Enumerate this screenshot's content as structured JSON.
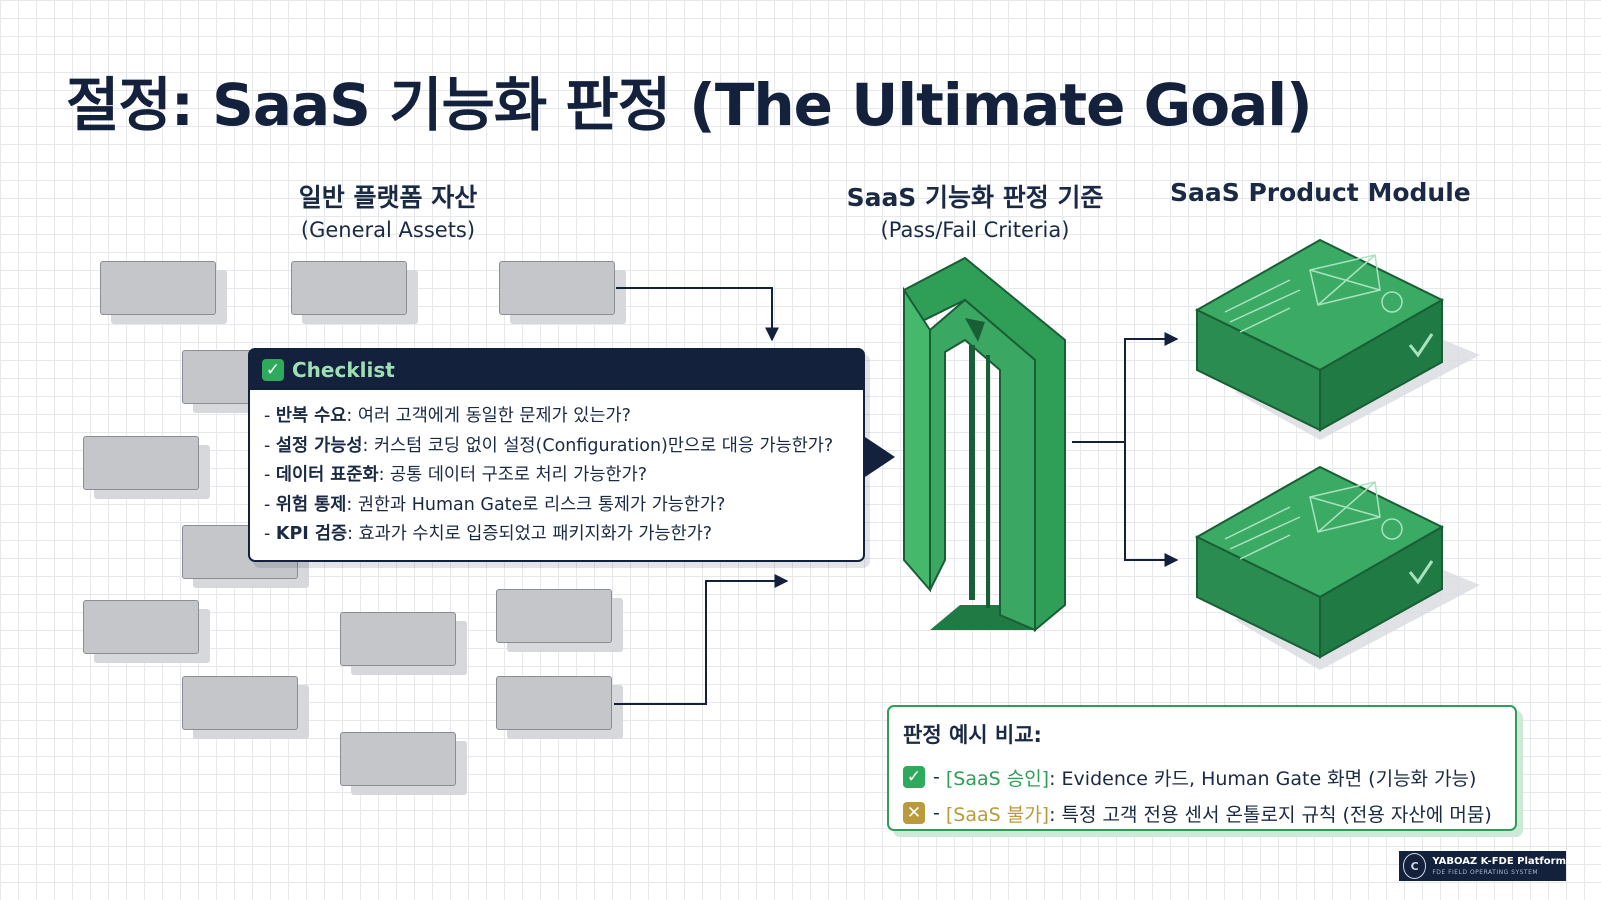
{
  "title": "절정: SaaS 기능화 판정 (The Ultimate Goal)",
  "columns": {
    "assets": {
      "title": "일반 플랫폼 자산",
      "subtitle": "(General Assets)"
    },
    "criteria": {
      "title": "SaaS 기능화 판정 기준",
      "subtitle": "(Pass/Fail Criteria)"
    },
    "product": {
      "title": "SaaS Product Module"
    }
  },
  "checklist": {
    "title": "Checklist",
    "items": [
      {
        "key": "반복 수요",
        "text": ": 여러 고객에게 동일한 문제가 있는가?"
      },
      {
        "key": "설정 가능성",
        "text": ": 커스텀 코딩 없이 설정(Configuration)만으로 대응 가능한가?"
      },
      {
        "key": "데이터 표준화",
        "text": ": 공통 데이터 구조로 처리 가능한가?"
      },
      {
        "key": "위험 통제",
        "text": ": 권한과 Human Gate로 리스크 통제가 가능한가?"
      },
      {
        "key": "KPI 검증",
        "text": ": 효과가 수치로 입증되었고 패키지화가 가능한가?"
      }
    ]
  },
  "examples": {
    "title": "판정 예시 비교:",
    "approved": {
      "icon": "check-icon",
      "tag": "[SaaS 승인]",
      "text": ": Evidence 카드, Human Gate 화면 (기능화 가능)"
    },
    "rejected": {
      "icon": "cross-icon",
      "tag": "[SaaS 불가]",
      "text": ": 특정 고객 전용 센서 온톨로지 규칙 (전용 자산에 머뭄)"
    }
  },
  "brand": {
    "name": "YABOAZ K-FDE Platform",
    "tagline": "FDE FIELD OPERATING SYSTEM"
  },
  "colors": {
    "navy": "#14213d",
    "green": "#2eaa5c",
    "dark_green": "#1f7a43",
    "gray": "#c4c6ca",
    "gold": "#b99a3c"
  }
}
